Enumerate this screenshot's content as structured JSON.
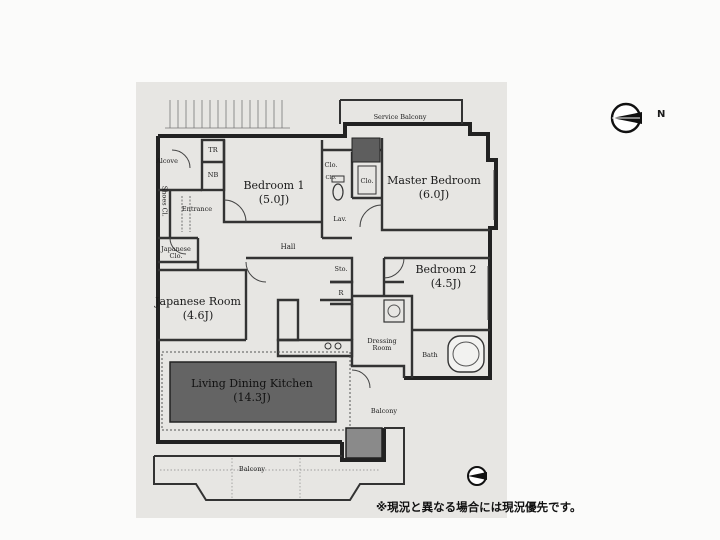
{
  "rooms": {
    "bedroom1": {
      "name": "Bedroom 1",
      "area": "(5.0J)"
    },
    "master": {
      "name": "Master Bedroom",
      "area": "(6.0J)"
    },
    "bedroom2": {
      "name": "Bedroom 2",
      "area": "(4.5J)"
    },
    "japanese": {
      "name": "Japanese Room",
      "area": "(4.6J)"
    },
    "ldk": {
      "name": "Living Dining Kitchen",
      "area": "(14.3J)"
    }
  },
  "labels": {
    "service_balcony": "Service Balcony",
    "alcove": "Alcove",
    "tr": "TR",
    "nb": "NB",
    "entrance": "Entrance",
    "shoes_cl": "Shoes Cl.",
    "japanese_clo": "Japanese Clo.",
    "hall": "Hall",
    "clo_a": "Clo.",
    "clo_b": "Clo.",
    "clo_c": "Clo.",
    "lav": "Lav.",
    "sto": "Sto.",
    "r": "R",
    "dressing_room": "Dressing Room",
    "bath": "Bath",
    "balcony_side": "Balcony",
    "balcony_bottom": "Balcony"
  },
  "compass": {
    "letter": "N"
  },
  "footer_note": "※現況と異なる場合には現況優先です。"
}
